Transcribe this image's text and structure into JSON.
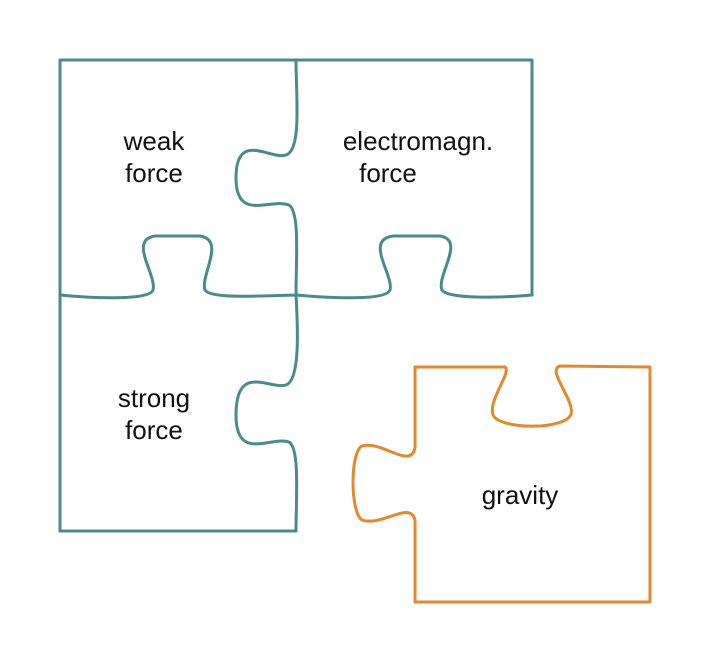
{
  "colors": {
    "known_forces": "#4b8a8a",
    "gravity": "#e08a2c"
  },
  "pieces": [
    {
      "line1": "weak",
      "line2": "force"
    },
    {
      "line1": "electromagn.",
      "line2": "force"
    },
    {
      "line1": "strong",
      "line2": "force"
    },
    {
      "line1": "gravity"
    }
  ]
}
